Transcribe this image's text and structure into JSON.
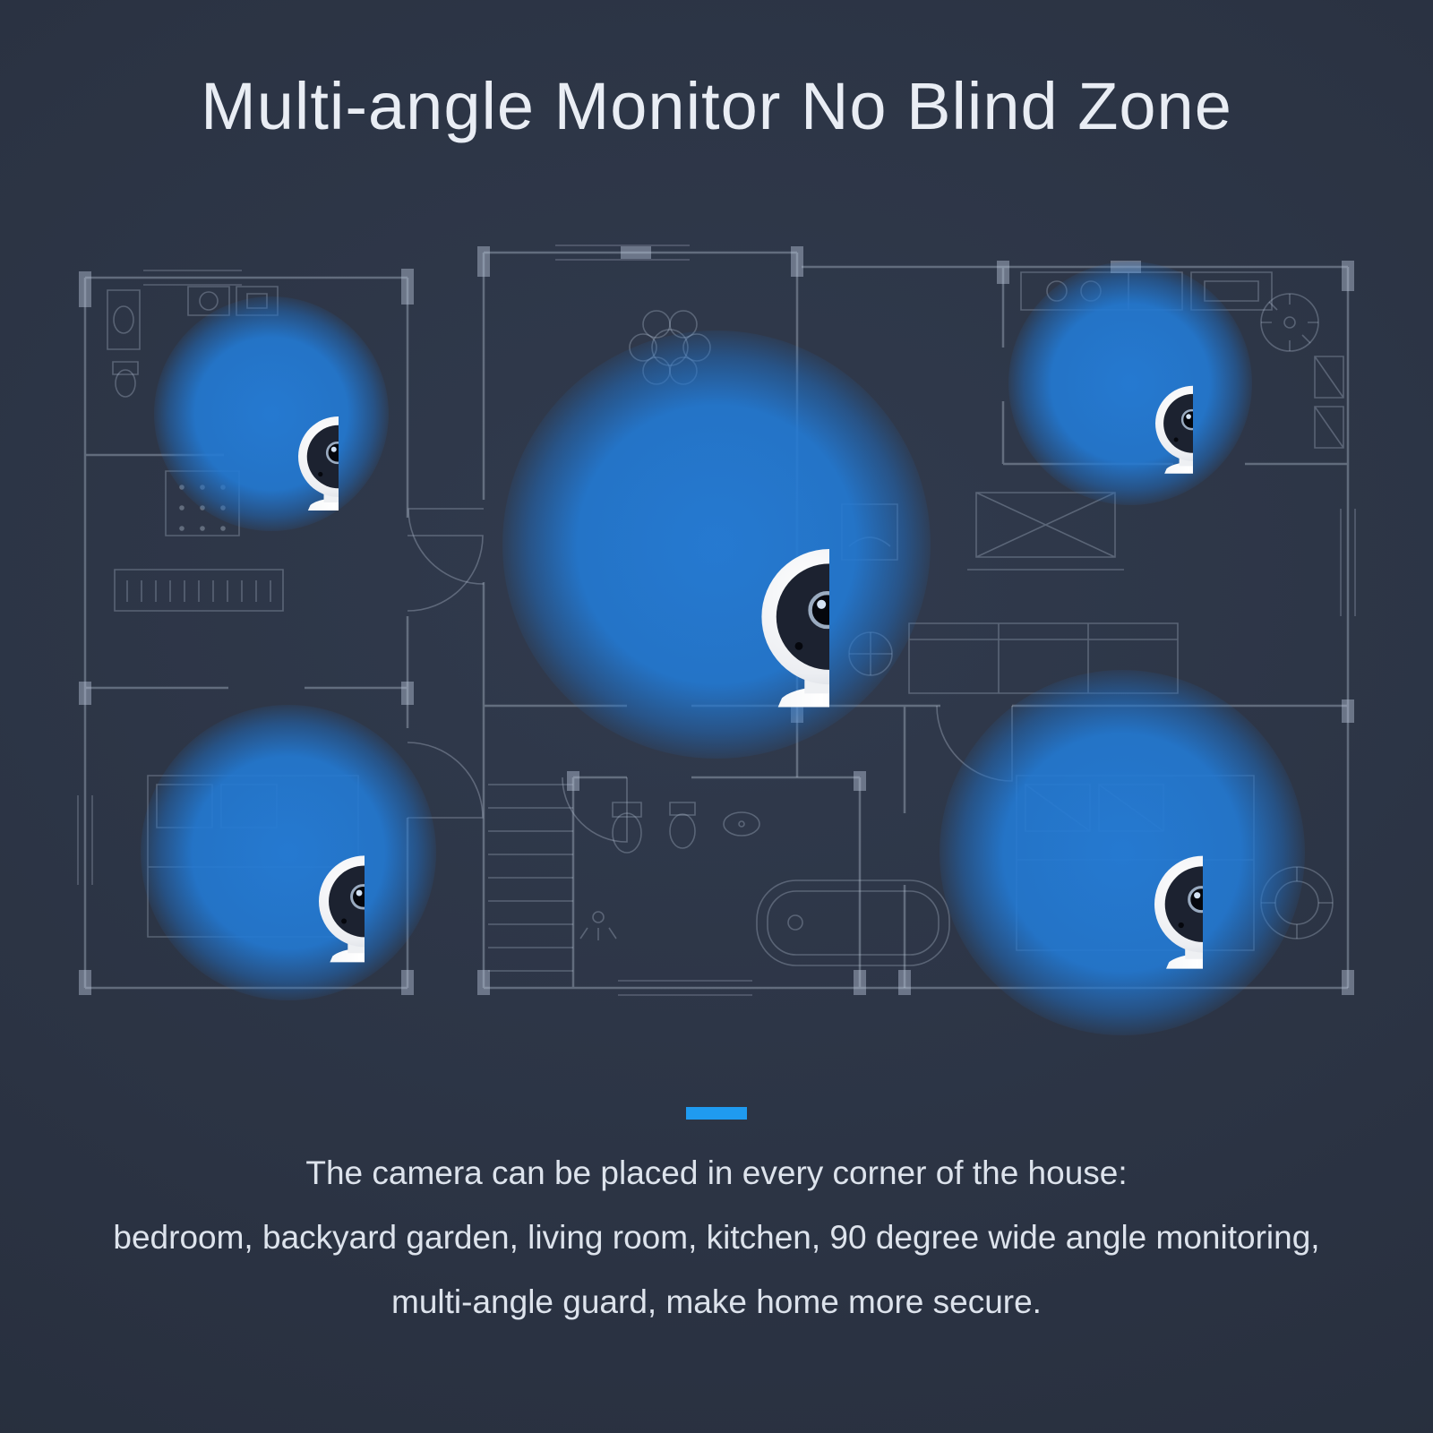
{
  "banner": {
    "title": "Multi-angle Monitor No Blind Zone",
    "description_lines": [
      "The camera can be placed in every corner of the house:",
      "bedroom, backyard garden, living room, kitchen, 90 degree wide angle monitoring,",
      "multi-angle guard, make home more secure."
    ]
  },
  "colors": {
    "background": "#2b3343",
    "accent_divider": "#1f9bf0",
    "coverage_glow": "#237ad4",
    "blueprint_line": "#b9c4d6",
    "title_text": "#e9edf4",
    "body_text": "#dde3ec",
    "camera_body": "#ffffff",
    "camera_face": "#1c2230"
  },
  "icons": {
    "camera": "security-camera-icon",
    "floorplan": "house-floorplan-blueprint"
  },
  "cameras": [
    {
      "name": "camera-top-left"
    },
    {
      "name": "camera-center"
    },
    {
      "name": "camera-top-right"
    },
    {
      "name": "camera-bottom-left"
    },
    {
      "name": "camera-bottom-right"
    }
  ]
}
